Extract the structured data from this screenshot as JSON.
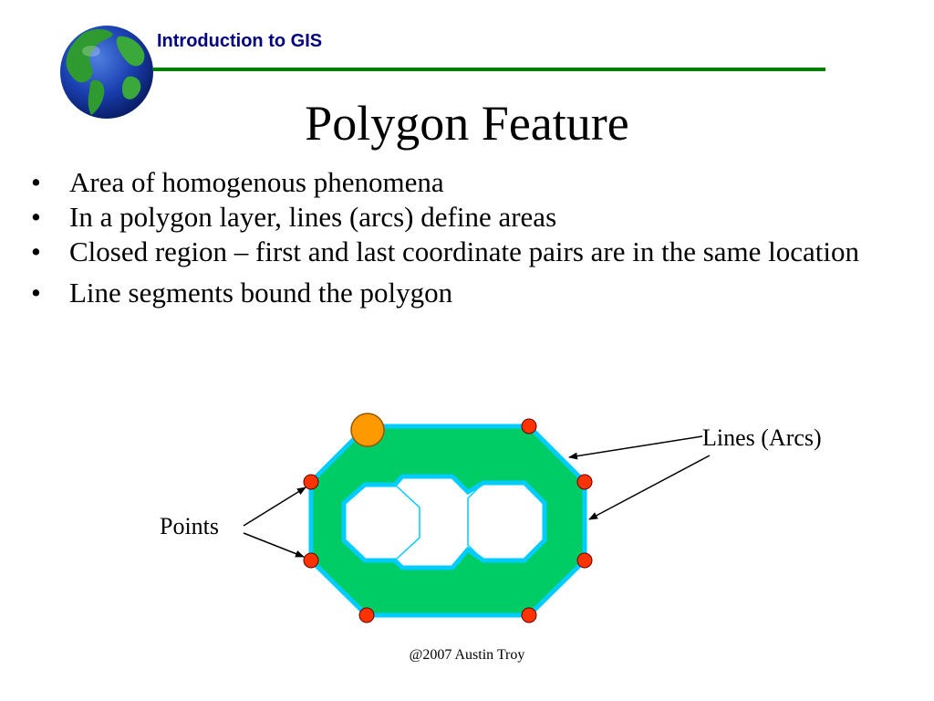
{
  "header": {
    "course_title": "Introduction to GIS",
    "logo_icon": "globe-icon"
  },
  "slide": {
    "title": "Polygon Feature",
    "bullets": [
      "Area of homogenous phenomena",
      "In a polygon layer, lines (arcs) define areas",
      "Closed region – first and last coordinate pairs are in the same location",
      "Line segments bound the polygon"
    ],
    "bullet_glyph": "•"
  },
  "diagram": {
    "label_lines": "Lines (Arcs)",
    "label_points": "Points",
    "colors": {
      "polygon_fill": "#00CC66",
      "polygon_outline": "#00CCFF",
      "vertex": "#FF3300",
      "start_vertex": "#FF9900"
    }
  },
  "footer": {
    "copyright": "@2007 Austin Troy"
  }
}
